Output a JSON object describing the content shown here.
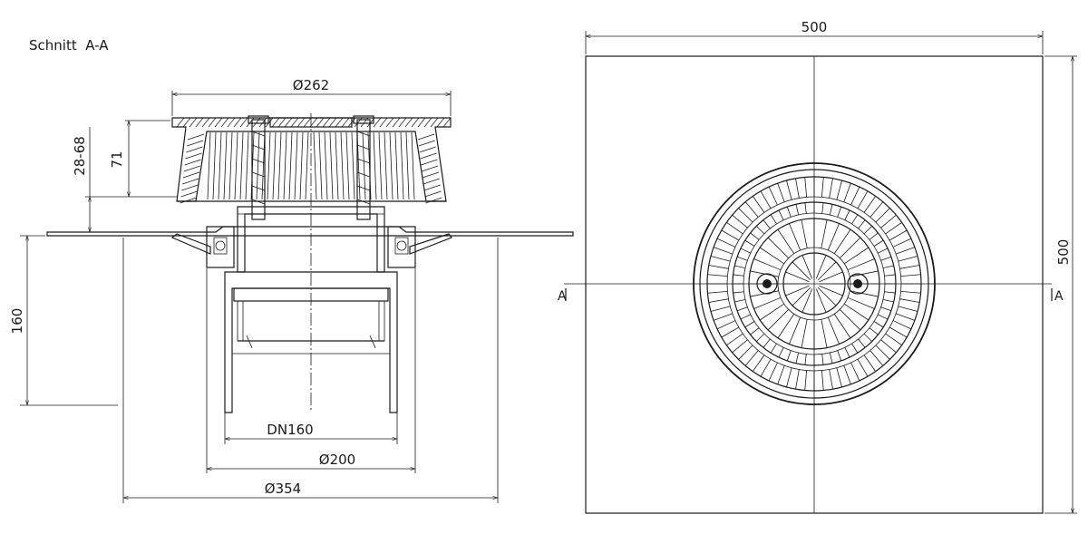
{
  "section": {
    "title": "Schnitt  A-A",
    "dim_top_diameter": "Ø262",
    "dim_height": "71",
    "dim_range": "28-68",
    "dim_depth": "160",
    "dim_nominal": "DN160",
    "dim_outer_pipe": "Ø200",
    "dim_flange": "Ø354"
  },
  "plan": {
    "dim_width": "500",
    "dim_height": "500",
    "section_mark_left": "A",
    "section_mark_right": "A"
  }
}
